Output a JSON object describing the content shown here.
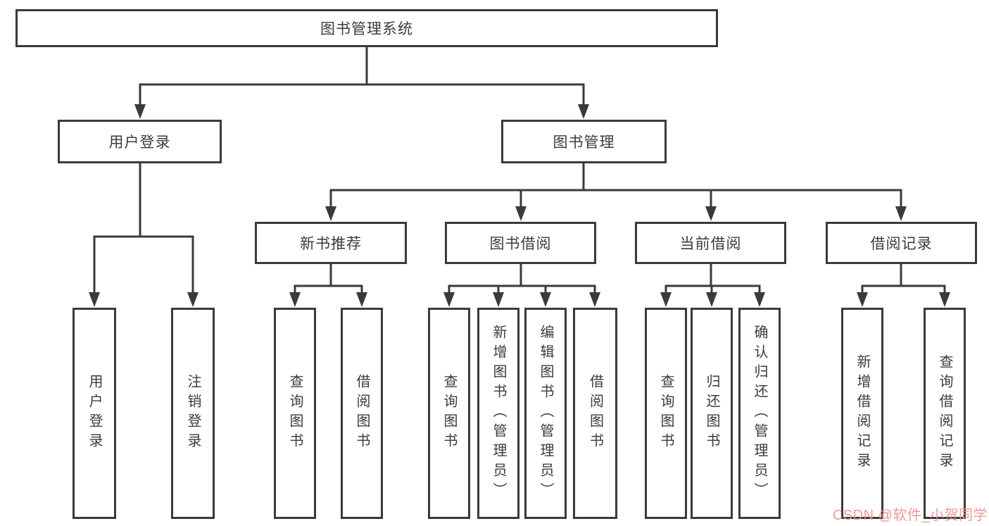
{
  "diagram": {
    "title": "图书管理系统",
    "watermark": "CSDN @软件_小贺同学",
    "colors": {
      "line": "#3a3a3a",
      "text": "#3b3b3b",
      "watermark": "#ef8f8f",
      "background": "#ffffff"
    },
    "tree": {
      "label": "图书管理系统",
      "children": [
        {
          "label": "用户登录",
          "children": [
            {
              "label": "用户登录"
            },
            {
              "label": "注销登录"
            }
          ]
        },
        {
          "label": "图书管理",
          "children": [
            {
              "label": "新书推荐",
              "children": [
                {
                  "label": "查询图书"
                },
                {
                  "label": "借阅图书"
                }
              ]
            },
            {
              "label": "图书借阅",
              "children": [
                {
                  "label": "查询图书"
                },
                {
                  "label": "新增图书（管理员）"
                },
                {
                  "label": "编辑图书（管理员）"
                },
                {
                  "label": "借阅图书"
                }
              ]
            },
            {
              "label": "当前借阅",
              "children": [
                {
                  "label": "查询图书"
                },
                {
                  "label": "归还图书"
                },
                {
                  "label": "确认归还（管理员）"
                }
              ]
            },
            {
              "label": "借阅记录",
              "children": [
                {
                  "label": "新增借阅记录"
                },
                {
                  "label": "查询借阅记录"
                }
              ]
            }
          ]
        }
      ]
    }
  }
}
